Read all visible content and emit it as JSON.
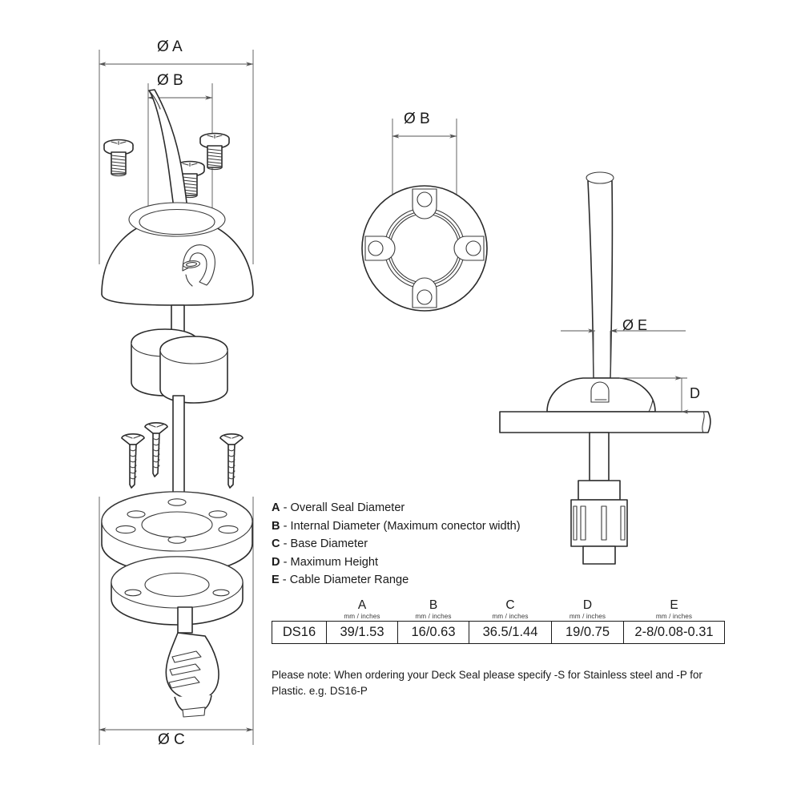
{
  "document": {
    "type": "technical-drawing",
    "product_code": "DS16",
    "background": "#ffffff",
    "line_color": "#2b2b2b"
  },
  "dimensions": {
    "exploded_view": {
      "overall": "Ø A",
      "internal": "Ø B",
      "base": "Ø C"
    },
    "top_view": {
      "internal": "Ø B"
    },
    "section_view": {
      "cable": "Ø E",
      "height": "D"
    }
  },
  "legend": {
    "items": [
      {
        "key": "A",
        "sep": "-",
        "text": "Overall Seal Diameter"
      },
      {
        "key": "B",
        "sep": "-",
        "text": "Internal Diameter (Maximum conector width)"
      },
      {
        "key": "C",
        "sep": "-",
        "text": "Base Diameter"
      },
      {
        "key": "D",
        "sep": "-",
        "text": "Maximum Height"
      },
      {
        "key": "E",
        "sep": "-",
        "text": "Cable Diameter Range"
      }
    ]
  },
  "spec_table": {
    "units_label": "mm / inches",
    "columns": [
      "",
      "A",
      "B",
      "C",
      "D",
      "E"
    ],
    "rows": [
      {
        "model": "DS16",
        "A": "39/1.53",
        "B": "16/0.63",
        "C": "36.5/1.44",
        "D": "19/0.75",
        "E": "2-8/0.08-0.31"
      }
    ]
  },
  "note": {
    "text": "Please note: When ordering your Deck Seal please specify -S for Stainless steel and -P for Plastic.   e.g. DS16-P"
  }
}
